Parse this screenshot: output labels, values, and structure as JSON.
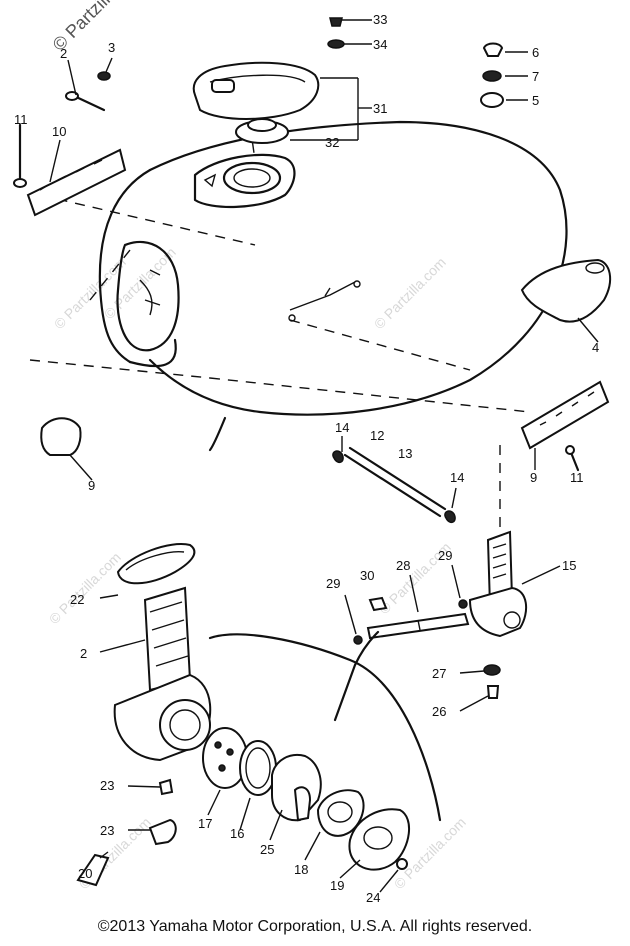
{
  "watermark": {
    "top_text": "© Partzilla.com",
    "repeat_text": "© Partzilla.com"
  },
  "callouts": {
    "c33": "33",
    "c34": "34",
    "c31": "31",
    "c32": "32",
    "c2a": "2",
    "c3": "3",
    "c6": "6",
    "c7": "7",
    "c5a": "5",
    "c11a": "11",
    "c10": "10",
    "c4": "4",
    "c9a": "9",
    "c9b": "9",
    "c11b": "11",
    "c14a": "14",
    "c12": "12",
    "c13": "13",
    "c14b": "14",
    "c15": "15",
    "c29a": "29",
    "c30": "30",
    "c28": "28",
    "c29b": "29",
    "c22": "22",
    "c2b": "2",
    "c27": "27",
    "c26": "26",
    "c23a": "23",
    "c23b": "23",
    "c17": "17",
    "c16": "16",
    "c25": "25",
    "c18": "18",
    "c19": "19",
    "c20": "20",
    "c24": "24"
  },
  "copyright": "©2013  Yamaha Motor Corporation, U.S.A. All rights reserved."
}
